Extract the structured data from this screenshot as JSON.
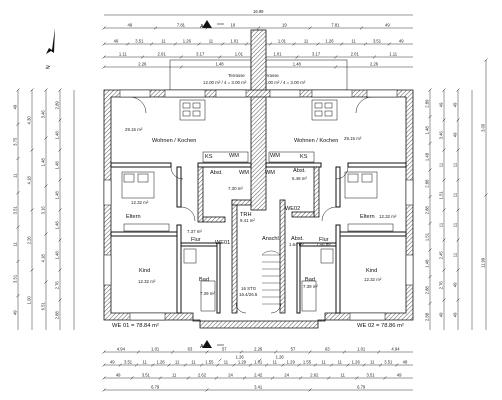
{
  "plan": {
    "overall_width": "16.99",
    "north_label": "N",
    "section_marker": "A",
    "terrace_left": "Terrasse",
    "terrace_left_area": "12.00 m² / 4 =    3.00 m²",
    "terrace_right": "Terrasse",
    "terrace_right_area": "12.00 m² / 4 =    3.00 m²",
    "unit_left": "WE 01 = 78.84 m²",
    "unit_right": "WE 02 = 78.86 m²",
    "stair": "16 STG\n16.4/26.5",
    "rooms": {
      "wk_left": "Wohnen / Kochen",
      "wk_left_area": "29.15 m²",
      "wk_right": "Wohnen / Kochen",
      "wk_right_area": "29.15 m²",
      "ks_left": "KS",
      "ks_right": "KS",
      "abst_left": "Abst.",
      "abst_left_area": "7.30 m²",
      "abst_right": "Abst.",
      "abst_right_area": "5.48 m²",
      "wm_left": "WM",
      "wm_right": "WM",
      "eltern_left": "Eltern",
      "eltern_left_area": "12.32 m²",
      "eltern_right": "Eltern",
      "eltern_right_area": "12.32 m²",
      "flur_left": "Flur",
      "flur_left_area": "7.37 m²",
      "flur_right": "Flur",
      "flur_right_area": "7.56 m²",
      "trh": "TRH",
      "trh_area": "9.41 m²",
      "we01": "WE01",
      "we02": "WE02",
      "anschl": "Anschl.",
      "abst_small": "Abst.",
      "abst_small_area": "1.64 m²",
      "kind_left": "Kind",
      "kind_left_area": "12.32 m²",
      "kind_right": "Kind",
      "kind_right_area": "12.32 m²",
      "bad_left": "Bad",
      "bad_left_area": "7.39 m²",
      "bad_right": "Bad",
      "bad_right_area": "7.39 m²"
    },
    "dims_top": {
      "row1": [
        "49",
        "7.81",
        "19",
        "19",
        "7.81",
        "49"
      ],
      "row2": [
        "49",
        "3.51",
        "11",
        "1.26",
        "11",
        "1.01",
        "11",
        "1.01",
        "11",
        "1.26",
        "11",
        "3.51",
        "49"
      ],
      "row3": [
        "1.11",
        "2.01",
        "3.17",
        "1.01",
        "1.01",
        "3.17",
        "2.01",
        "1.11"
      ],
      "row4": [
        "2.26",
        "1.48",
        "1.48",
        "2.26"
      ]
    },
    "dims_bottom": {
      "row1": [
        "4.94",
        "1.01",
        "63",
        "57",
        "2.26",
        "57",
        "63",
        "1.01",
        "4.94"
      ],
      "row2": [
        "1.26",
        "1.26"
      ],
      "row3": [
        "49",
        "3.51",
        "11",
        "1.26",
        "11",
        "11",
        "1.55",
        "11",
        "1.29",
        "1.01",
        "11",
        "1.29",
        "1.55",
        "11",
        "11",
        "1.26",
        "11",
        "3.51",
        "49"
      ],
      "row4": [
        "49",
        "3.51",
        "11",
        "2.62",
        "24",
        "2.42",
        "24",
        "2.62",
        "11",
        "3.51",
        "49"
      ],
      "row5": [
        "6.79",
        "3.41",
        "6.79"
      ]
    },
    "dims_left": {
      "col1": [
        "49",
        "3.75",
        "11",
        "3.51",
        "11",
        "3.51",
        "49"
      ],
      "col2": [
        "4.30",
        "4.18",
        "2.26",
        "1.00"
      ],
      "col3": [
        "3.46",
        "1.48",
        "3.16",
        "4.18",
        "6.51"
      ],
      "col4": [
        "2.89",
        "1.48",
        "1.48",
        "1.48",
        "1.48",
        "1.48",
        "2.76",
        "2.88"
      ]
    },
    "dims_right": {
      "col1": [
        "2.89",
        "1.48",
        "1.48",
        "2.88",
        "2.88",
        "1.51",
        "1.48",
        "2.88",
        "2.88"
      ],
      "col2": [
        "49",
        "3.46",
        "11",
        "1.51",
        "11",
        "2.45",
        "2.76",
        "49"
      ],
      "col3": [
        "49",
        "49",
        "11",
        "11",
        "11",
        "11",
        "49",
        "49"
      ],
      "col4": [
        "3.00",
        "11.99"
      ]
    }
  }
}
